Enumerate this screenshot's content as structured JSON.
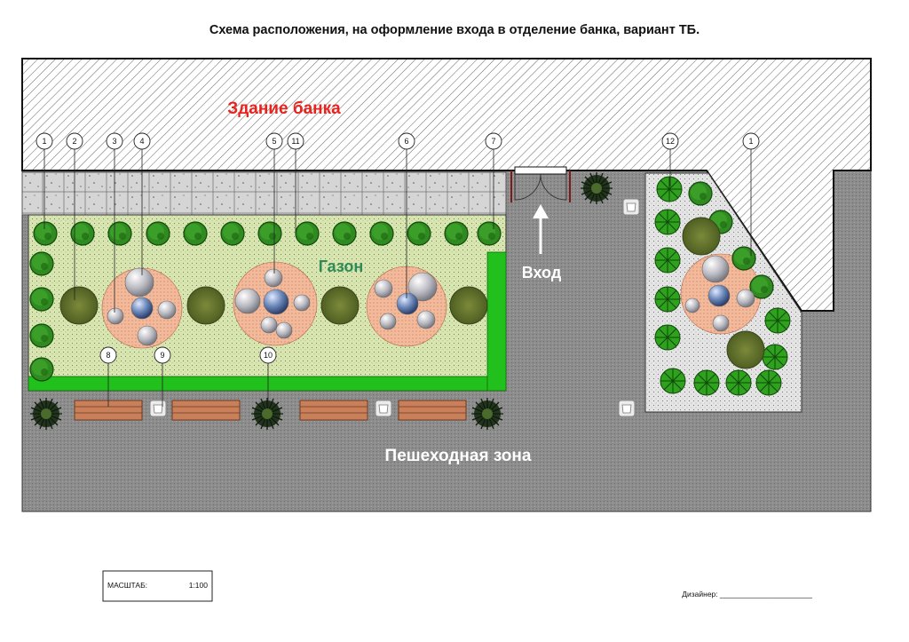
{
  "title": "Схема расположения, на оформление входа в отделение банка, вариант ТБ.",
  "labels": {
    "building": "Здание банка",
    "lawn": "Газон",
    "entrance": "Вход",
    "pedestrian_zone": "Пешеходная зона"
  },
  "callouts": [
    "1",
    "2",
    "3",
    "4",
    "5",
    "11",
    "6",
    "7",
    "12",
    "1",
    "8",
    "9",
    "10"
  ],
  "stamp": {
    "scale_label": "МАСШТАБ:",
    "scale_value": "1:100"
  },
  "designer_label": "Дизайнер: ______________________",
  "colors": {
    "lawn": "#d9e6b3",
    "flowerbed": "#f2b99a",
    "paving": "#8e8e8e",
    "building": "#ffffff",
    "hedge": "#22c01c",
    "shrub": "#2f8a1f",
    "label_red": "#e8231d",
    "label_green": "#2e8b57"
  },
  "icons": [
    "round-shrub-icon",
    "spiky-palm-icon",
    "boulder-icon",
    "bench-icon",
    "trash-bin-icon",
    "entrance-arrow-icon"
  ]
}
